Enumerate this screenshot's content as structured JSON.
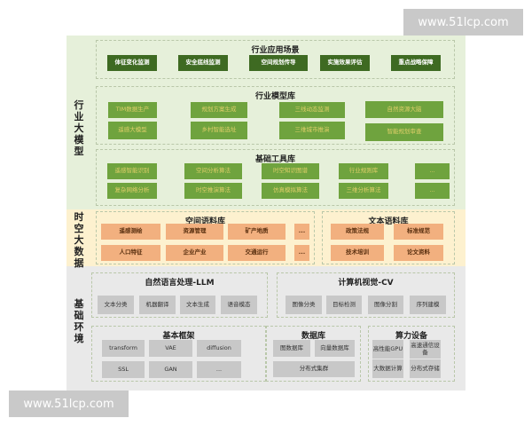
{
  "watermark": "www.51lcp.com",
  "sections": {
    "industry": {
      "label": "行业大模型",
      "scenes": {
        "title": "行业应用场景",
        "items": [
          "体征变化监测",
          "安全底线监测",
          "空间规划传导",
          "实施效果评估",
          "重点战略保障"
        ]
      },
      "models": {
        "title": "行业模型库",
        "items": [
          "TIM数据生产",
          "规划方案生成",
          "三线动态监测",
          "自然资源大脑",
          "遥感大模型",
          "乡村智能选址",
          "三维城市推演",
          "智能规划审查"
        ]
      },
      "tools": {
        "title": "基础工具库",
        "items": [
          "遥感智能识别",
          "空间分析算法",
          "时空知识图谱",
          "行业规则库",
          "...",
          "复杂网络分析",
          "时空推演算法",
          "仿真模拟算法",
          "三维分析算法",
          "..."
        ]
      }
    },
    "bigdata": {
      "label": "时空大数据",
      "spatial": {
        "title": "空间语料库",
        "items": [
          "遥感测绘",
          "资源管理",
          "矿产地质",
          "...",
          "人口特征",
          "企业产业",
          "交通运行",
          "..."
        ]
      },
      "text": {
        "title": "文本语料库",
        "items": [
          "政策法规",
          "标准规范",
          "技术培训",
          "论文资料"
        ]
      }
    },
    "infra": {
      "label": "基础环境",
      "llm": {
        "title": "自然语言处理-LLM",
        "items": [
          "文本分类",
          "机器翻译",
          "文本生成",
          "语音模态"
        ]
      },
      "cv": {
        "title": "计算机视觉-CV",
        "items": [
          "图像分类",
          "目标检测",
          "图像分割",
          "序列建模"
        ]
      },
      "framework": {
        "title": "基本框架",
        "items": [
          "transform",
          "VAE",
          "diffusion",
          "SSL",
          "GAN",
          "..."
        ]
      },
      "database": {
        "title": "数据库",
        "items": [
          "图数据库",
          "向量数据库",
          "分布式集群"
        ]
      },
      "compute": {
        "title": "算力设备",
        "items": [
          "高性能GPU",
          "高速通信设备",
          "大数据计算",
          "分布式存储"
        ]
      }
    }
  },
  "colors": {
    "industry_bg": "#e6f0da",
    "bigdata_bg": "#fdf1cf",
    "infra_bg": "#e9e9e9",
    "dark_green": "#3e6a22",
    "green": "#6fa33e",
    "orange": "#f2b07f",
    "gray": "#c8c8c8"
  }
}
